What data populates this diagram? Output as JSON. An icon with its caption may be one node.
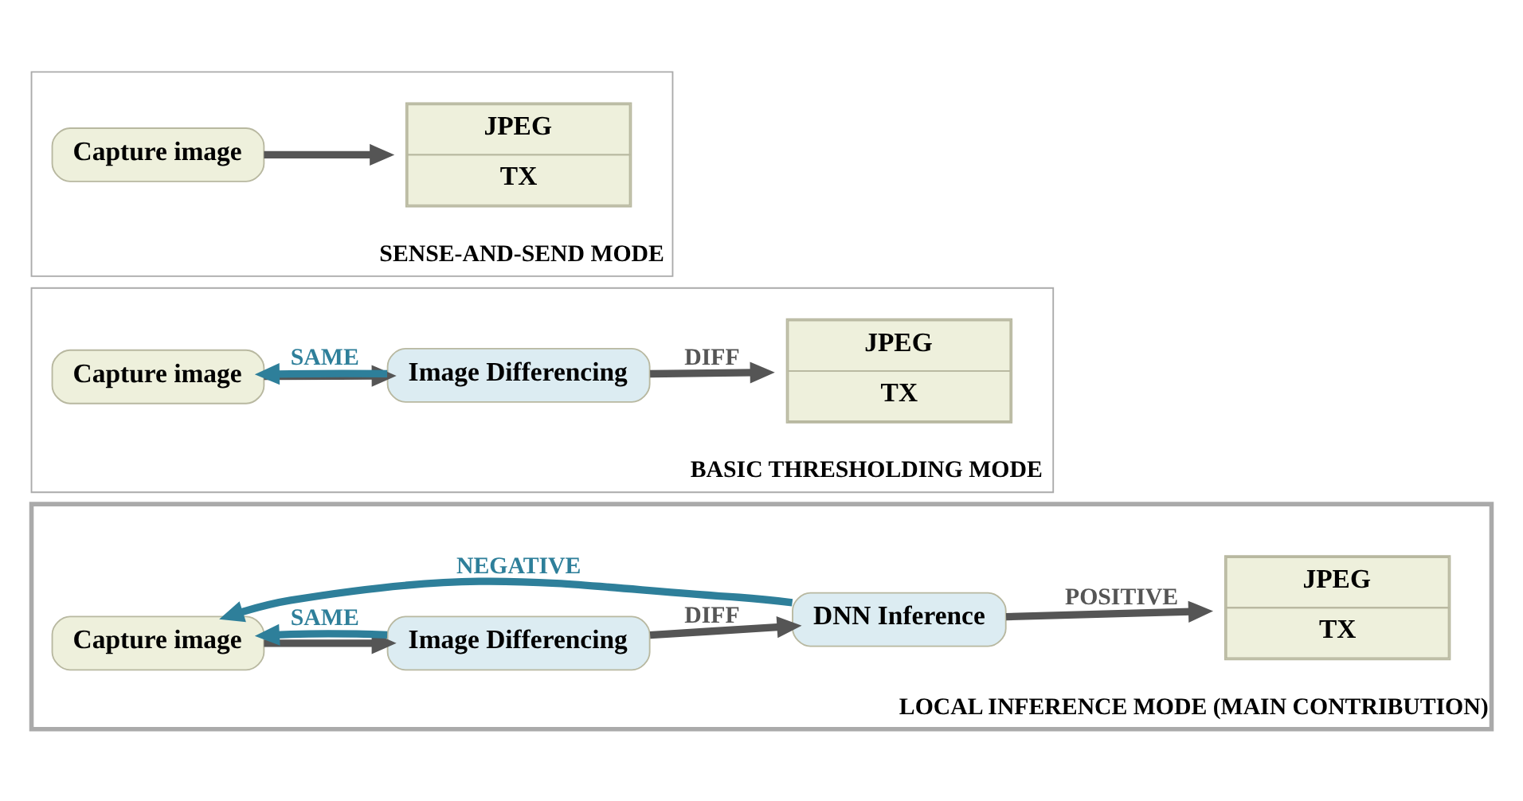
{
  "diagram": {
    "nodes": [
      {
        "text": [
          "SENSE-AND-SEND MODE"
        ]
      },
      {
        "text": [
          "Capture image"
        ],
        "in": 0
      },
      {
        "text": [
          "JPEG",
          "TX"
        ],
        "in": 0
      },
      {
        "text": [
          "BASIC THRESHOLDING MODE"
        ]
      },
      {
        "text": [
          "Capture image"
        ],
        "in": 3
      },
      {
        "text": [
          "Image Differencing"
        ],
        "in": 3
      },
      {
        "text": [
          "JPEG",
          "TX"
        ],
        "in": 3
      },
      {
        "text": [
          "LOCAL INFERENCE MODE (MAIN CONTRIBUTION)"
        ]
      },
      {
        "text": [
          "Capture image"
        ],
        "in": 7
      },
      {
        "text": [
          "Image Differencing"
        ],
        "in": 7
      },
      {
        "text": [
          "DNN Inference"
        ],
        "in": 7
      },
      {
        "text": [
          "JPEG",
          "TX"
        ],
        "in": 7
      }
    ],
    "edges": [
      {
        "from": 1,
        "to": 2,
        "arrow": "to"
      },
      {
        "from": 4,
        "to": 5,
        "arrow": "to"
      },
      {
        "from": 5,
        "to": 6,
        "arrow": "to",
        "label": "DIFF"
      },
      {
        "from": 5,
        "to": 4,
        "arrow": "to",
        "label": "SAME",
        "color": "#2e7f9a"
      },
      {
        "from": 8,
        "to": 9,
        "arrow": "to"
      },
      {
        "from": 9,
        "to": 10,
        "arrow": "to",
        "label": "DIFF"
      },
      {
        "from": 10,
        "to": 11,
        "arrow": "to",
        "label": "POSITIVE"
      },
      {
        "from": 9,
        "to": 8,
        "arrow": "to",
        "label": "SAME",
        "color": "#2e7f9a"
      },
      {
        "from": 10,
        "to": 8,
        "arrow": "to",
        "label": "NEGATIVE",
        "color": "#2e7f9a"
      }
    ]
  }
}
